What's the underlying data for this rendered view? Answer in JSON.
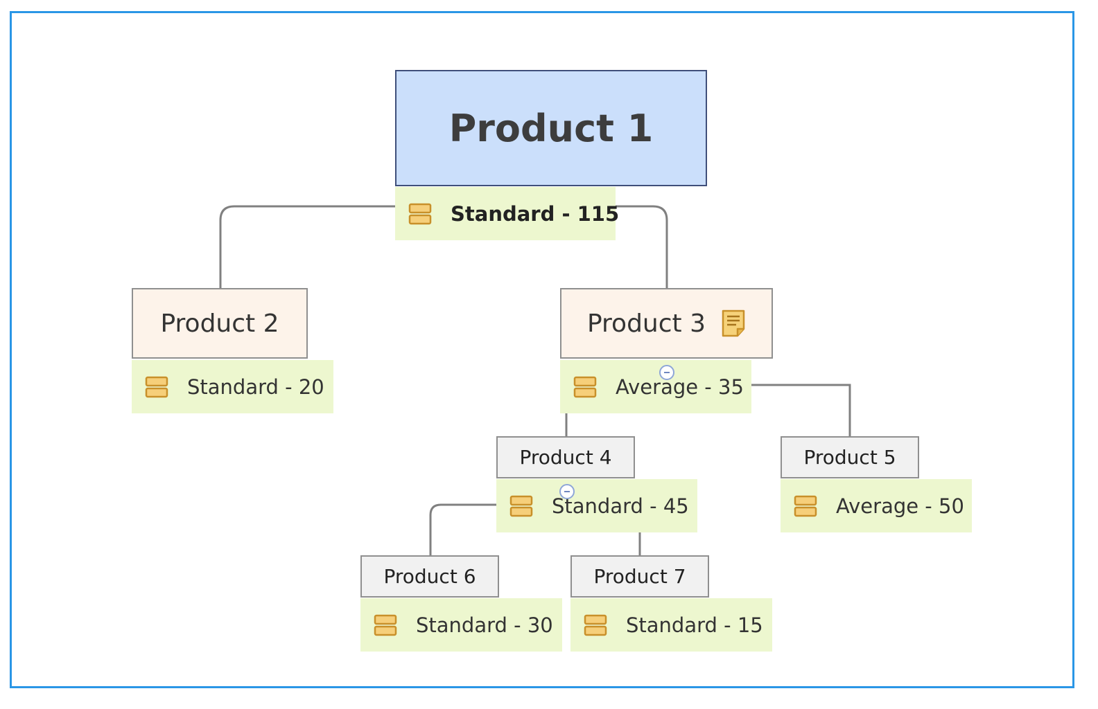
{
  "nodes": {
    "p1": {
      "label": "Product 1",
      "tag": "Standard - 115"
    },
    "p2": {
      "label": "Product 2",
      "tag": "Standard - 20"
    },
    "p3": {
      "label": "Product 3",
      "tag": "Average - 35",
      "icon": "note-icon"
    },
    "p4": {
      "label": "Product 4",
      "tag": "Standard - 45"
    },
    "p5": {
      "label": "Product 5",
      "tag": "Average - 50"
    },
    "p6": {
      "label": "Product 6",
      "tag": "Standard - 30"
    },
    "p7": {
      "label": "Product 7",
      "tag": "Standard - 15"
    }
  },
  "edges": [
    {
      "from": "p1",
      "to": "p2"
    },
    {
      "from": "p1",
      "to": "p3"
    },
    {
      "from": "p3",
      "to": "p4"
    },
    {
      "from": "p3",
      "to": "p5"
    },
    {
      "from": "p4",
      "to": "p6"
    },
    {
      "from": "p4",
      "to": "p7"
    }
  ],
  "icons": {
    "tag": "database-icon",
    "collapse": "collapse-icon"
  },
  "colors": {
    "frame": "#2a96e6",
    "root_fill": "#cbdffb",
    "mid_fill": "#fdf3ea",
    "leaf_fill": "#f1f1f1",
    "tag_fill": "#edf7cf",
    "connector": "#808080",
    "icon": "#d9a23a"
  }
}
